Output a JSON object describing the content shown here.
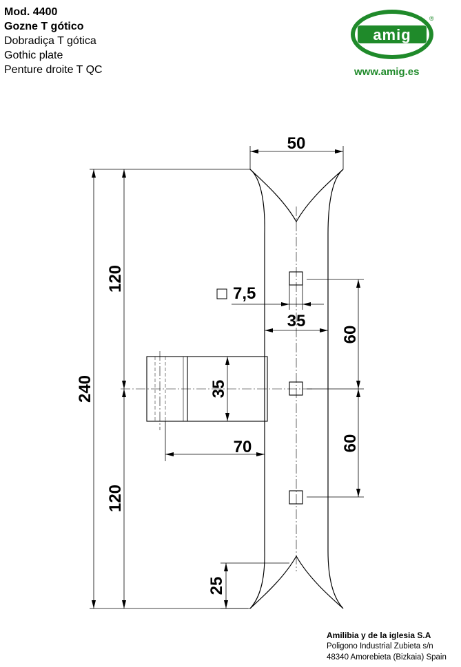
{
  "header": {
    "model": "Mod. 4400",
    "name_es": "Gozne T gótico",
    "name_pt": "Dobradiça T gótica",
    "name_en": "Gothic plate",
    "name_fr": "Penture droite T QC"
  },
  "logo": {
    "text": "amig",
    "reg_mark": "®",
    "url": "www.amig.es",
    "color": "#1f8a2a"
  },
  "dimensions": {
    "width_top": "50",
    "total_height": "240",
    "upper_half": "120",
    "lower_half": "120",
    "hole_square": "7,5",
    "plate_width": "35",
    "hole_spacing_top": "60",
    "hole_spacing_bottom": "60",
    "knuckle_height": "35",
    "leaf_length": "70",
    "tip_depth": "25"
  },
  "footer": {
    "company": "Amilibia y de la iglesia S.A",
    "street": "Poligono Industrial Zubieta s/n",
    "city": "48340 Amorebieta (Bizkaia) Spain"
  }
}
